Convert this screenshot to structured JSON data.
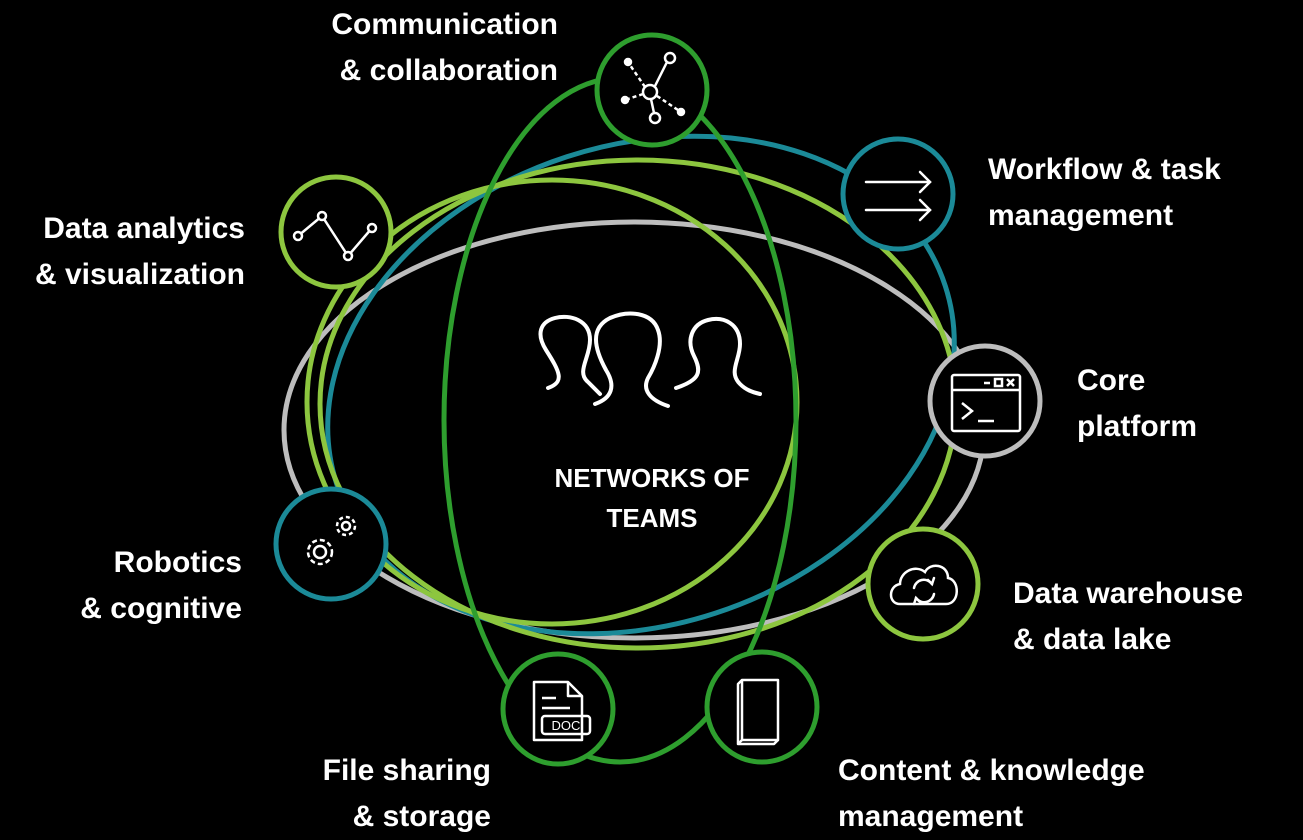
{
  "center": {
    "line1": "NETWORKS OF",
    "line2": "TEAMS",
    "icon": "people-icon"
  },
  "colors": {
    "background": "#000000",
    "dark_green": "#2e9e2e",
    "light_green": "#8dc63f",
    "teal": "#1b8a98",
    "gray": "#bdbdbd",
    "text": "#ffffff"
  },
  "nodes": {
    "communication": {
      "line1": "Communication",
      "line2": "& collaboration",
      "icon": "network-nodes-icon",
      "color": "dark_green"
    },
    "workflow": {
      "line1": "Workflow & task",
      "line2": "management",
      "icon": "double-arrow-icon",
      "color": "teal"
    },
    "core": {
      "line1": "Core",
      "line2": "platform",
      "icon": "terminal-window-icon",
      "color": "gray"
    },
    "warehouse": {
      "line1": "Data warehouse",
      "line2": "& data lake",
      "icon": "cloud-sync-icon",
      "color": "light_green"
    },
    "content": {
      "line1": "Content & knowledge",
      "line2": "management",
      "icon": "book-icon",
      "color": "dark_green"
    },
    "file": {
      "line1": "File sharing",
      "line2": "& storage",
      "icon": "doc-file-icon",
      "color": "dark_green"
    },
    "robotics": {
      "line1": "Robotics",
      "line2": "& cognitive",
      "icon": "gears-icon",
      "color": "teal"
    },
    "analytics": {
      "line1": "Data analytics",
      "line2": "& visualization",
      "icon": "line-chart-icon",
      "color": "light_green"
    }
  }
}
